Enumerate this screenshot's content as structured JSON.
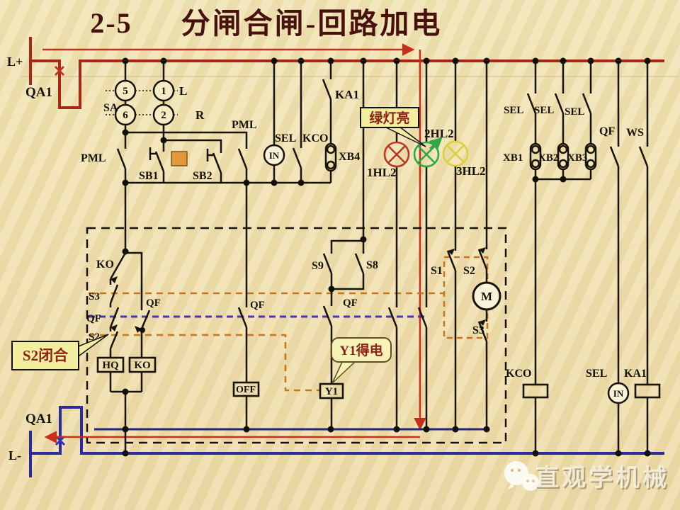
{
  "title": {
    "number": "2-5",
    "text": "分闸合闸-回路加电"
  },
  "rails": {
    "positive": "L+",
    "negative": "L-",
    "breaker_top": "QA1",
    "breaker_bottom": "QA1"
  },
  "selector": {
    "label": "SA",
    "c5": "5",
    "c6": "6",
    "c1": "1",
    "c2": "2",
    "left": "L",
    "right": "R"
  },
  "labels": {
    "pml_left": "PML",
    "sb1": "SB1",
    "sb2": "SB2",
    "pml_mid": "PML",
    "sel_top": "SEL",
    "kco_top": "KCO",
    "ka1_top": "KA1",
    "xb4": "XB4",
    "in_top": "IN",
    "in_bottom": "IN",
    "lamp1": "1HL2",
    "lamp2": "2HL2",
    "lamp3": "3HL2",
    "sel_r1": "SEL",
    "sel_r2": "SEL",
    "sel_r3": "SEL",
    "xb1": "XB1",
    "xb2": "XB2",
    "xb3": "XB3",
    "qf_right": "QF",
    "ws": "WS",
    "ko_contact": "KO",
    "s3_left": "S3",
    "qf_left": "QF",
    "s2_left": "S2",
    "qf_mid": "QF",
    "qf_off": "QF",
    "s9": "S9",
    "s8": "S8",
    "qf_y1": "QF",
    "s1": "S1",
    "s2_right": "S2",
    "motor": "M",
    "s3_right": "S3",
    "kco_coil": "KCO",
    "sel_coil": "SEL",
    "ka1_coil": "KA1"
  },
  "device_boxes": {
    "hq": "HQ",
    "ko": "KO",
    "off": "OFF",
    "y1": "Y1"
  },
  "callouts": {
    "green_lamp_on": "绿灯亮",
    "s2_closed": "S2闭合",
    "y1_energized": "Y1得电"
  },
  "watermark": {
    "text": "直观学机械"
  },
  "colors": {
    "bus_positive": "#a82815",
    "bus_negative": "#2b2b9e",
    "internal_bus": "#22227a",
    "annotation_red": "#c5301c",
    "wire": "#191208",
    "lamp_red": "#b5392a",
    "lamp_green": "#2fa848",
    "lamp_yellow": "#d8d23a",
    "callout_bg": "#f3eda0",
    "highlight_square": "#e2993b",
    "dashed_orange": "#c8751f",
    "dashed_blue": "#4433bb",
    "background": "#f1e3b2"
  }
}
